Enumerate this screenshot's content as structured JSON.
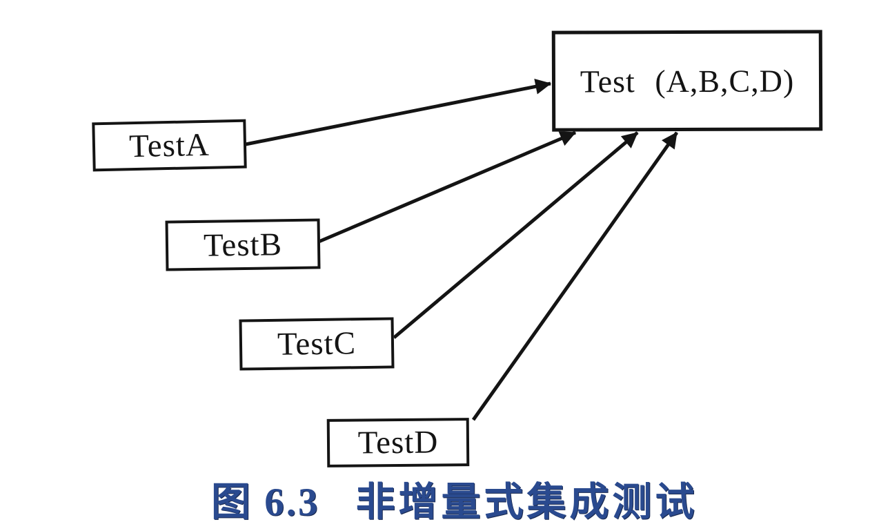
{
  "diagram": {
    "type": "integration-test-structure",
    "nodes": [
      {
        "id": "main",
        "label": "Test (A,B,C,D)"
      },
      {
        "id": "testA",
        "label": "TestA"
      },
      {
        "id": "testB",
        "label": "TestB"
      },
      {
        "id": "testC",
        "label": "TestC"
      },
      {
        "id": "testD",
        "label": "TestD"
      }
    ],
    "edges": [
      {
        "from": "TestA",
        "to": "Test (A,B,C,D)"
      },
      {
        "from": "TestB",
        "to": "Test (A,B,C,D)"
      },
      {
        "from": "TestC",
        "to": "Test (A,B,C,D)"
      },
      {
        "from": "TestD",
        "to": "Test (A,B,C,D)"
      }
    ]
  },
  "caption": {
    "figure_number": "图 6.3",
    "title": "非增量式集成测试"
  },
  "colors": {
    "line": "#141414",
    "box_border": "#141414",
    "background": "#ffffff",
    "caption_blue": "#2a4a8f"
  }
}
